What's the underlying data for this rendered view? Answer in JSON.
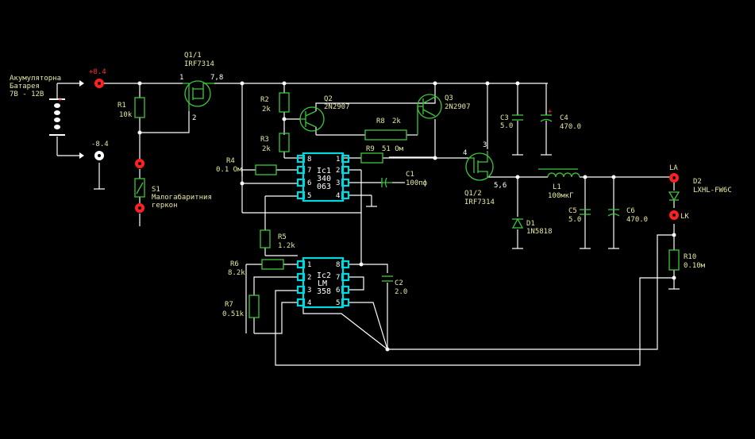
{
  "battery": {
    "line1": "Акумуляторна",
    "line2": "Батарея",
    "line3": "7В - 12В",
    "plus": "+"
  },
  "terminals": {
    "plus": "+8.4",
    "minus": "-8.4"
  },
  "q1_1": {
    "name": "Q1/1",
    "part": "IRF7314",
    "pin1": "1",
    "pin2": "2",
    "pin_top": "7,8"
  },
  "q1_2": {
    "name": "Q1/2",
    "part": "IRF7314",
    "pin4": "4",
    "pin3": "3",
    "pin_bot": "5,6"
  },
  "q2": {
    "name": "Q2",
    "part": "2N2907"
  },
  "q3": {
    "name": "Q3",
    "part": "2N2907"
  },
  "r1": {
    "name": "R1",
    "value": "10k"
  },
  "r2": {
    "name": "R2",
    "value": "2k"
  },
  "r3": {
    "name": "R3",
    "value": "2k"
  },
  "r4": {
    "name": "R4",
    "value": "0.1 Ом"
  },
  "r5": {
    "name": "R5",
    "value": "1.2k"
  },
  "r6": {
    "name": "R6",
    "value": "8.2k"
  },
  "r7": {
    "name": "R7",
    "value": "0.51k"
  },
  "r8": {
    "name": "R8",
    "value": "2k"
  },
  "r9": {
    "name": "R9",
    "value": "51 Ом"
  },
  "r10": {
    "name": "R10",
    "value": "0.10м"
  },
  "s1": {
    "name": "S1",
    "line1": "Малогабаритния",
    "line2": "геркон"
  },
  "c1": {
    "name": "C1",
    "value": "100пф"
  },
  "c2": {
    "name": "C2",
    "value": "2.0"
  },
  "c3": {
    "name": "C3",
    "value": "5.0"
  },
  "c4": {
    "name": "C4",
    "value": "470.0"
  },
  "c5": {
    "name": "C5",
    "value": "5.0"
  },
  "c6": {
    "name": "C6",
    "value": "470.0"
  },
  "l1": {
    "name": "L1",
    "value": "100мкГ"
  },
  "d1": {
    "name": "D1",
    "part": "1N5818"
  },
  "d2": {
    "name": "D2",
    "part": "LXHL-FW6C"
  },
  "la": "LA",
  "lk": "LK",
  "ic1": {
    "l1": "Ic1",
    "l2": "340",
    "l3": "063",
    "pins_left": [
      "8",
      "7",
      "6",
      "5"
    ],
    "pins_right": [
      "1",
      "2",
      "3",
      "4"
    ]
  },
  "ic2": {
    "l1": "Ic2",
    "l2": "LM",
    "l3": "358",
    "pins_left": [
      "1",
      "2",
      "3",
      "4"
    ],
    "pins_right": [
      "8",
      "7",
      "6",
      "5"
    ]
  },
  "colors": {
    "wire": "#ffffff",
    "component": "#3cc83c",
    "ic": "#00d8e0",
    "label": "#e8e8a0",
    "terminal": "#ff3030"
  }
}
